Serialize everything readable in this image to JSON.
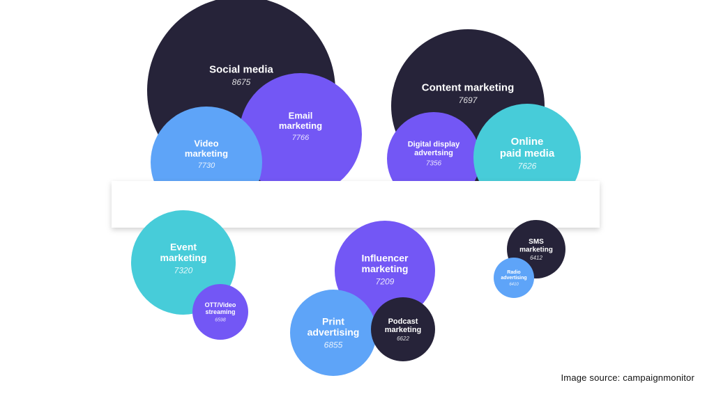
{
  "colors": {
    "dark": "#262339",
    "purple": "#7357f5",
    "blue": "#5ea4f8",
    "teal": "#47ccd9",
    "band": "#ffffff"
  },
  "chart_data": {
    "type": "bubble",
    "title": "",
    "xlabel": "",
    "ylabel": "",
    "grid": false,
    "legend": "none",
    "points": [
      {
        "label": "Social media",
        "value": 8675,
        "color": "dark"
      },
      {
        "label": "Content marketing",
        "value": 7697,
        "color": "dark"
      },
      {
        "label": "Email marketing",
        "value": 7766,
        "color": "purple"
      },
      {
        "label": "Video marketing",
        "value": 7730,
        "color": "blue"
      },
      {
        "label": "Digital display advertsing",
        "value": 7356,
        "color": "purple"
      },
      {
        "label": "Online paid media",
        "value": 7626,
        "color": "teal"
      },
      {
        "label": "Event marketing",
        "value": 7320,
        "color": "teal"
      },
      {
        "label": "OTT/Video streaming",
        "value": 6598,
        "color": "purple"
      },
      {
        "label": "Influencer marketing",
        "value": 7209,
        "color": "purple"
      },
      {
        "label": "Print advertising",
        "value": 6855,
        "color": "blue"
      },
      {
        "label": "Podcast marketing",
        "value": 6622,
        "color": "dark"
      },
      {
        "label": "SMS marketing",
        "value": 6412,
        "color": "dark"
      },
      {
        "label": "Radio advertising",
        "value": 6410,
        "color": "blue"
      }
    ]
  },
  "source": "Image source: campaignmonitor"
}
